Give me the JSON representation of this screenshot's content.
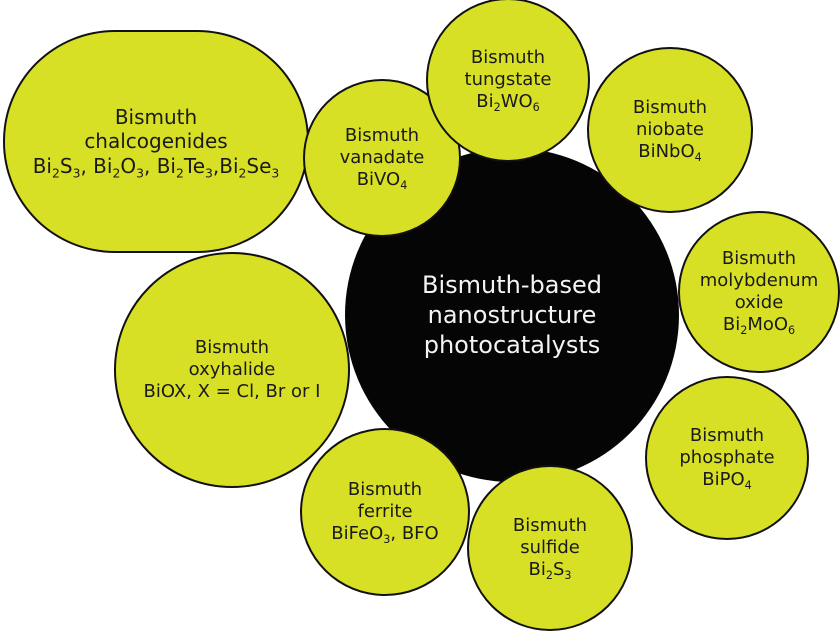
{
  "diagram": {
    "colors": {
      "bubble_fill": "#d8e026",
      "bubble_stroke": "#111111",
      "center_fill": "#050505",
      "center_text": "#f4f4f4"
    },
    "center": {
      "lines": [
        "Bismuth-based",
        "nanostructure",
        "photocatalysts"
      ]
    },
    "nodes": {
      "chalcogenides": {
        "l1": "Bismuth",
        "l2": "chalcogenides",
        "formula": [
          [
            "Bi",
            "2"
          ],
          [
            "S",
            "3"
          ],
          [
            ", Bi",
            ""
          ],
          [
            "",
            "2"
          ],
          [
            "O",
            "3"
          ],
          [
            ", Bi",
            ""
          ],
          [
            "",
            "2"
          ],
          [
            "Te",
            "3"
          ],
          [
            ",Bi",
            ""
          ],
          [
            "",
            "2"
          ],
          [
            "Se",
            "3"
          ]
        ],
        "formula_text": "Bi2S3, Bi2O3, Bi2Te3,Bi2Se3"
      },
      "vanadate": {
        "l1": "Bismuth",
        "l2": "vanadate",
        "f_main": "BiVO",
        "f_sub": "4"
      },
      "tungstate": {
        "l1": "Bismuth",
        "l2": "tungstate",
        "f_a": "Bi",
        "f_a_sub": "2",
        "f_b": "WO",
        "f_b_sub": "6"
      },
      "niobate": {
        "l1": "Bismuth",
        "l2": "niobate",
        "f_main": "BiNbO",
        "f_sub": "4"
      },
      "molybdenum": {
        "l1": "Bismuth",
        "l2": "molybdenum",
        "l3": "oxide",
        "f_a": "Bi",
        "f_a_sub": "2",
        "f_b": "MoO",
        "f_b_sub": "6"
      },
      "phosphate": {
        "l1": "Bismuth",
        "l2": "phosphate",
        "f_main": "BiPO",
        "f_sub": "4"
      },
      "sulfide": {
        "l1": "Bismuth",
        "l2": "sulfide",
        "f_a": "Bi",
        "f_a_sub": "2",
        "f_b": "S",
        "f_b_sub": "3"
      },
      "ferrite": {
        "l1": "Bismuth",
        "l2": "ferrite",
        "f_main": "BiFeO",
        "f_sub": "3",
        "f_tail": ", BFO"
      },
      "oxyhalide": {
        "l1": "Bismuth",
        "l2": "oxyhalide",
        "l3": "BiOX, X = Cl, Br or I"
      }
    }
  }
}
